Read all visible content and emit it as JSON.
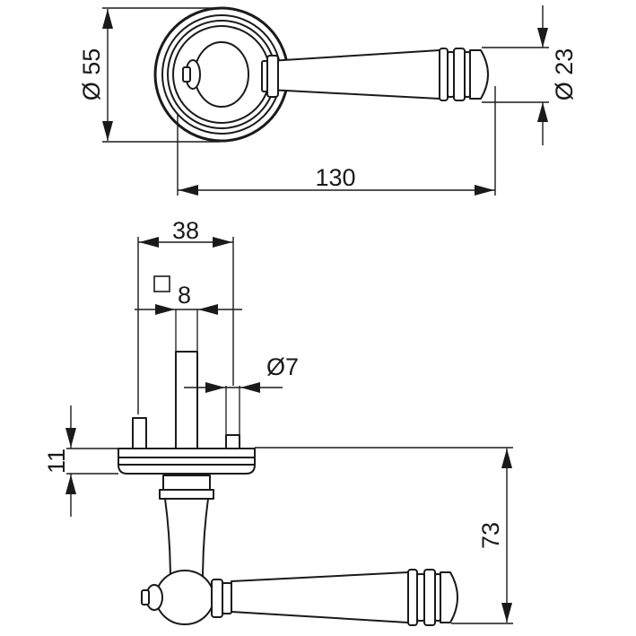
{
  "dimensions": {
    "rose_diameter": "Ø 55",
    "lever_tip_diameter": "Ø 23",
    "lever_length": "130",
    "screw_spacing": "38",
    "spindle_square": "8",
    "pin_diameter": "Ø7",
    "rose_height": "11",
    "lever_height": "73"
  }
}
